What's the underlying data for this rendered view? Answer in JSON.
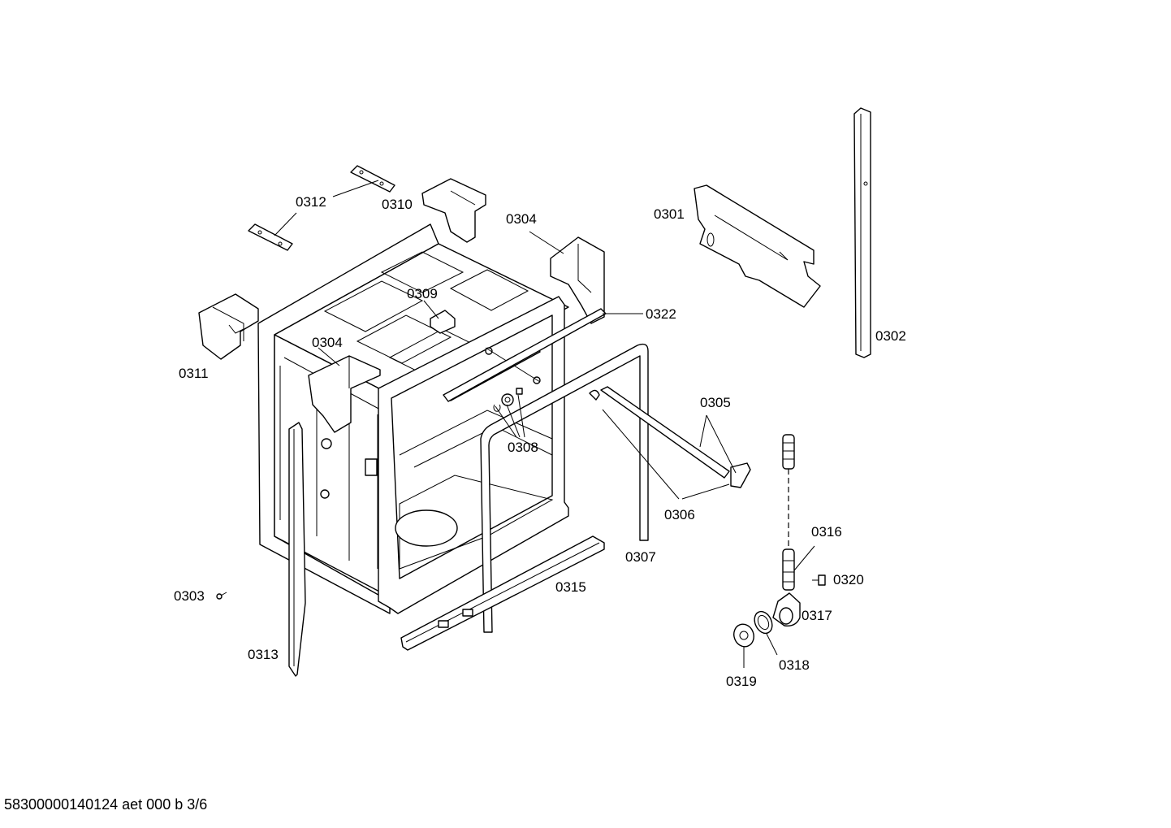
{
  "callouts": {
    "c0301": "0301",
    "c0302": "0302",
    "c0303": "0303",
    "c0304a": "0304",
    "c0304b": "0304",
    "c0305": "0305",
    "c0306": "0306",
    "c0307": "0307",
    "c0308": "0308",
    "c0309": "0309",
    "c0310": "0310",
    "c0311": "0311",
    "c0312": "0312",
    "c0313": "0313",
    "c0315": "0315",
    "c0316": "0316",
    "c0317": "0317",
    "c0318": "0318",
    "c0319": "0319",
    "c0320": "0320",
    "c0322": "0322"
  },
  "footer": {
    "document_id": "58300000140124 aet 000 b 3/6"
  }
}
